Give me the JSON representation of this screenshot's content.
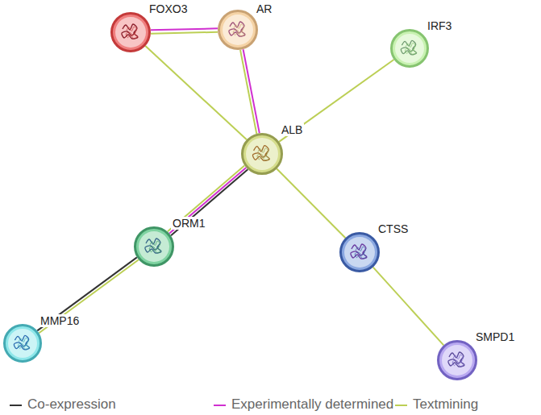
{
  "diagram": {
    "nodes": [
      {
        "text": [
          "FOXO3"
        ]
      },
      {
        "text": [
          "AR"
        ]
      },
      {
        "text": [
          "IRF3"
        ]
      },
      {
        "text": [
          "ALB"
        ]
      },
      {
        "text": [
          "ORM1"
        ]
      },
      {
        "text": [
          "MMP16"
        ]
      },
      {
        "text": [
          "CTSS"
        ]
      },
      {
        "text": [
          "SMPD1"
        ]
      }
    ],
    "edges": [
      {
        "from": 0,
        "to": 1,
        "arrow": "none"
      },
      {
        "from": 0,
        "to": 1,
        "arrow": "none"
      },
      {
        "from": 1,
        "to": 3,
        "arrow": "none"
      },
      {
        "from": 1,
        "to": 3,
        "arrow": "none"
      },
      {
        "from": 0,
        "to": 3,
        "arrow": "none"
      },
      {
        "from": 3,
        "to": 2,
        "arrow": "none"
      },
      {
        "from": 3,
        "to": 4,
        "arrow": "none"
      },
      {
        "from": 3,
        "to": 4,
        "arrow": "none"
      },
      {
        "from": 3,
        "to": 4,
        "arrow": "none"
      },
      {
        "from": 4,
        "to": 5,
        "arrow": "none"
      },
      {
        "from": 4,
        "to": 5,
        "arrow": "none"
      },
      {
        "from": 3,
        "to": 6,
        "arrow": "none"
      },
      {
        "from": 6,
        "to": 7,
        "arrow": "none"
      }
    ],
    "legend": [
      {
        "text": "Co-expression"
      },
      {
        "text": "Experimentally determined"
      },
      {
        "text": "Textmining"
      }
    ]
  }
}
